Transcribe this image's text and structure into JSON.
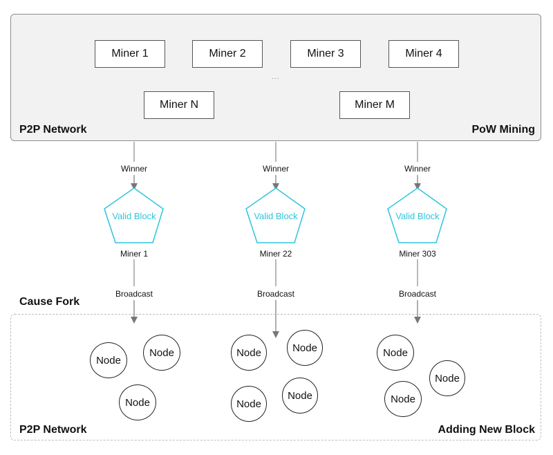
{
  "top_panel": {
    "miners_row1": [
      "Miner 1",
      "Miner 2",
      "Miner 3",
      "Miner 4"
    ],
    "ellipsis": "...",
    "miners_row2": [
      "Miner N",
      "Miner M"
    ],
    "left_label": "P2P Network",
    "right_label": "PoW Mining"
  },
  "branches": [
    {
      "winner_label": "Winner",
      "block_label": "Valid Block",
      "miner_label": "Miner 1",
      "broadcast_label": "Broadcast"
    },
    {
      "winner_label": "Winner",
      "block_label": "Valid Block",
      "miner_label": "Miner 22",
      "broadcast_label": "Broadcast"
    },
    {
      "winner_label": "Winner",
      "block_label": "Valid Block",
      "miner_label": "Miner 303",
      "broadcast_label": "Broadcast"
    }
  ],
  "fork_label": "Cause Fork",
  "bottom_panel": {
    "node_label": "Node",
    "left_label": "P2P Network",
    "right_label": "Adding New Block"
  },
  "colors": {
    "block_accent": "#2ec4dc",
    "panel_fill": "#f2f2f2",
    "arrow": "#777777"
  }
}
